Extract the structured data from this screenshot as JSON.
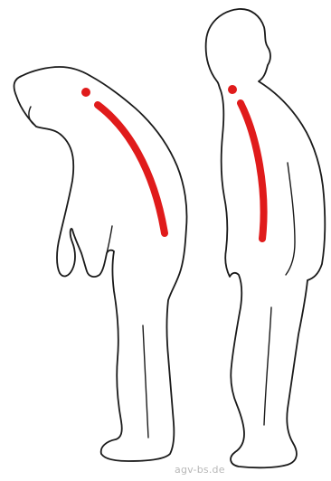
{
  "watermark": {
    "text": "agv-bs.de"
  },
  "colors": {
    "background": "#ffffff",
    "outline": "#1a1a1a",
    "spine": "#e01b1b",
    "watermark": "#b8b8b8"
  },
  "figures": [
    {
      "id": "bent-posture",
      "description_icon": "person-bent-forward-icon"
    },
    {
      "id": "upright-posture",
      "description_icon": "person-upright-icon"
    }
  ]
}
